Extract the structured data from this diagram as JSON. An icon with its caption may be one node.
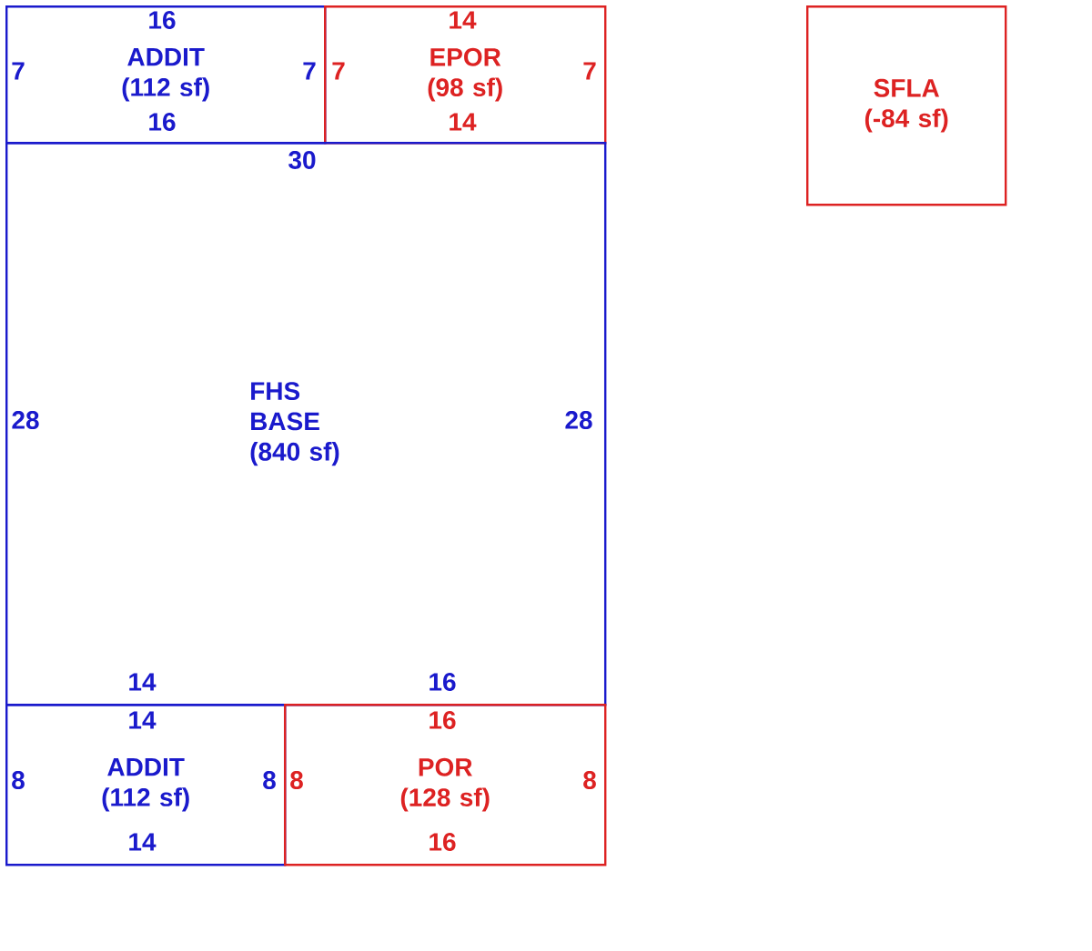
{
  "diagram": {
    "nodes": [
      {
        "text": [
          "ADDIT (112 sf)"
        ]
      },
      {
        "text": [
          "EPOR (98 sf)"
        ]
      },
      {
        "text": [
          "SFLA (-84 sf)"
        ]
      },
      {
        "text": [
          "FHS BASE (840 sf)"
        ]
      },
      {
        "text": [
          "ADDIT (112 sf)"
        ]
      },
      {
        "text": [
          "POR (128 sf)"
        ]
      }
    ],
    "labels": [
      "16",
      "7",
      "7",
      "16",
      "14",
      "7",
      "7",
      "14",
      "30",
      "28",
      "28",
      "14",
      "16",
      "14",
      "8",
      "8",
      "14",
      "16",
      "8",
      "8",
      "16"
    ]
  }
}
